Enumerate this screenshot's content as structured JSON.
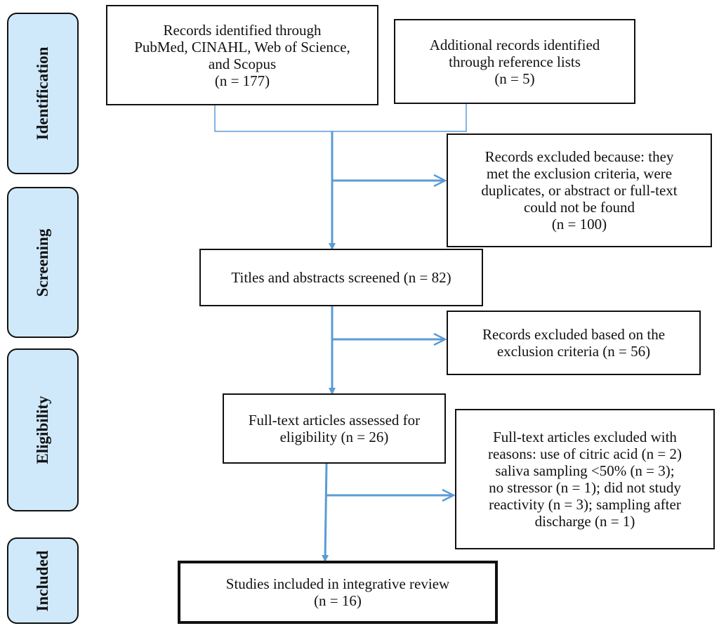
{
  "stages": {
    "identification": "Identification",
    "screening": "Screening",
    "eligibility": "Eligibility",
    "included": "Included"
  },
  "boxes": {
    "records_identified": {
      "lines": [
        "Records identified through",
        "PubMed, CINAHL, Web of Science,",
        "and Scopus",
        "(n = 177)"
      ]
    },
    "additional_records": {
      "lines": [
        "Additional records identified",
        "through reference lists",
        "(n = 5)"
      ]
    },
    "records_excluded": {
      "lines": [
        "Records excluded because: they",
        "met the exclusion criteria, were",
        "duplicates, or abstract or full-text",
        "could not be found",
        "(n = 100)"
      ]
    },
    "titles_screened": {
      "lines": [
        "Titles and abstracts screened (n = 82)"
      ]
    },
    "excluded_criteria": {
      "lines": [
        "Records excluded based on the",
        "exclusion criteria (n = 56)"
      ]
    },
    "fulltext_assessed": {
      "lines": [
        "Full-text articles assessed for",
        "eligibility (n = 26)"
      ]
    },
    "fulltext_excluded": {
      "lines": [
        "Full-text articles excluded with",
        "reasons: use of citric acid (n = 2)",
        "saliva sampling <50% (n = 3);",
        "no stressor (n = 1); did not study",
        "reactivity (n = 3); sampling after",
        "discharge (n = 1)"
      ]
    },
    "studies_included": {
      "lines": [
        "Studies included in integrative review",
        "(n = 16)"
      ]
    }
  },
  "colors": {
    "arrow": "#5b9bd5",
    "stage_fill": "#cfe9fb"
  }
}
